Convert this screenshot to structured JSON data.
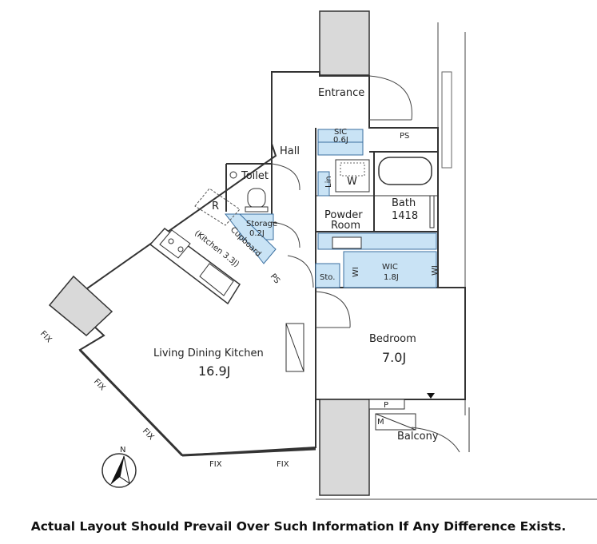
{
  "rooms": {
    "entrance": "Entrance",
    "sic": "SIC",
    "sic_size": "0.6J",
    "ps_top": "PS",
    "hall": "Hall",
    "toilet": "Toilet",
    "w": "W",
    "lin": "Lin",
    "bath": "Bath",
    "bath_size": "1418",
    "powder": "Powder",
    "powder2": "Room",
    "storage": "Storage",
    "storage_size": "0.2J",
    "r": "R",
    "cupboard": "Cupboard",
    "kitchen": "(Kitchen 3.3J)",
    "ps_mid": "PS",
    "sto": "Sto.",
    "wic": "WIC",
    "wic_size": "1.8J",
    "wi": "WI",
    "ldk": "Living Dining Kitchen",
    "ldk_size": "16.9J",
    "bedroom": "Bedroom",
    "bedroom_size": "7.0J",
    "p": "P",
    "m": "M",
    "balcony": "Balcony"
  },
  "fix_labels": [
    "FIX",
    "FIX",
    "FIX",
    "FIX",
    "FIX"
  ],
  "compass": "N",
  "disclaimer": "Actual Layout Should Prevail Over Such Information If Any Difference Exists."
}
